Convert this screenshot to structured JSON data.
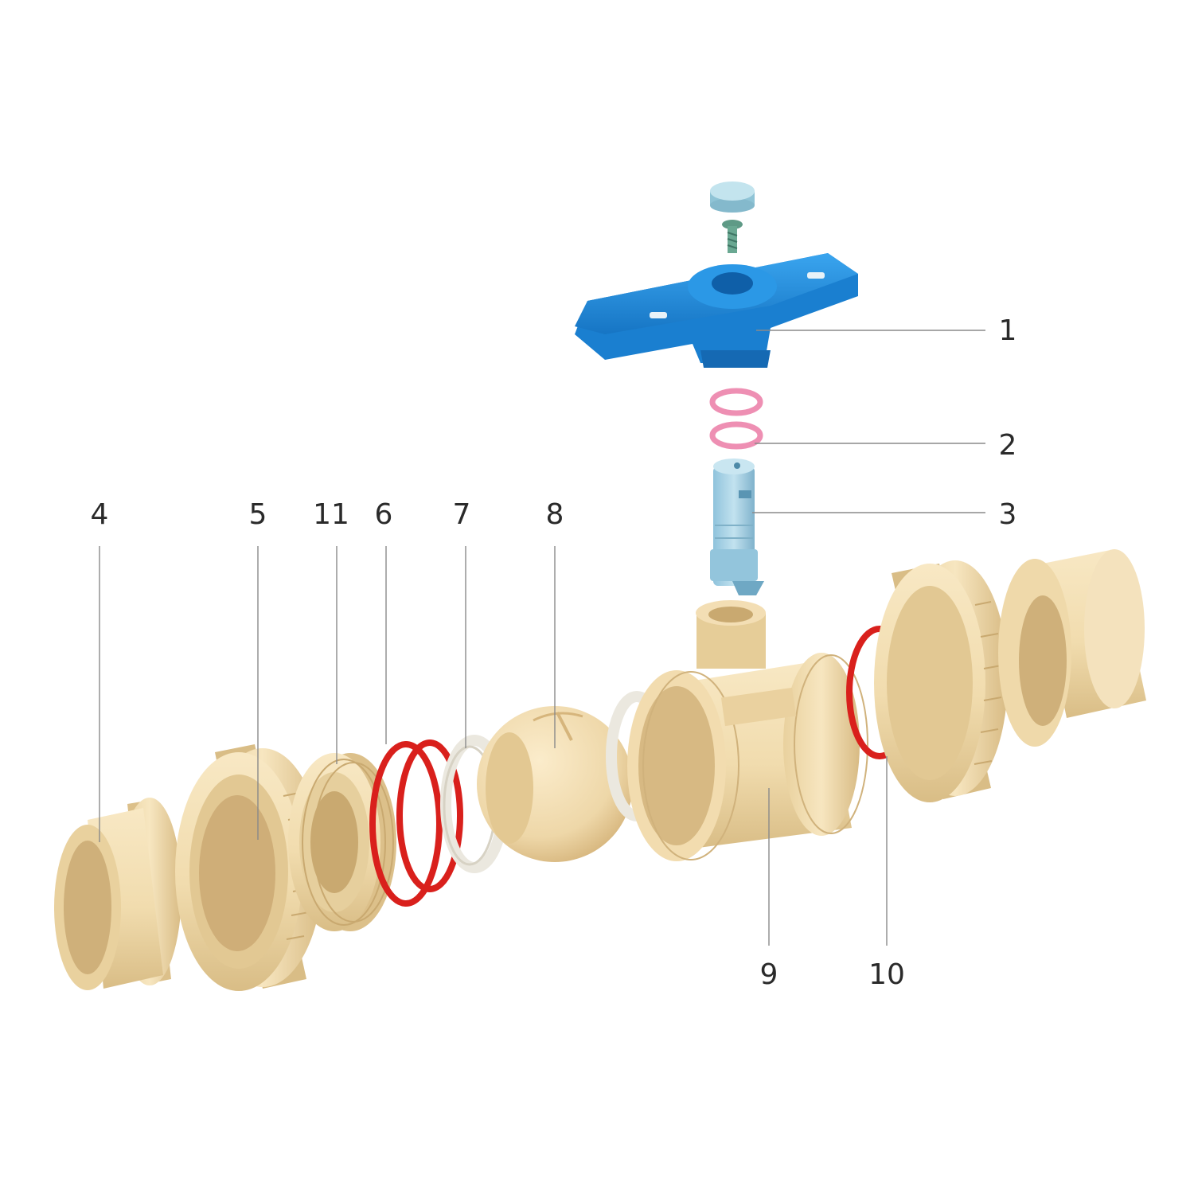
{
  "labels": {
    "l1": "1",
    "l2": "2",
    "l3": "3",
    "l4": "4",
    "l5": "5",
    "l6": "6",
    "l7": "7",
    "l8": "8",
    "l9": "9",
    "l10": "10",
    "l11": "11"
  },
  "colors": {
    "cream": "#f3deb4",
    "cream_dark": "#dcc08a",
    "cream_shadow": "#c9a970",
    "blue_handle": "#1e8fe0",
    "blue_light": "#a9d3e6",
    "pink_ring": "#ee8fb3",
    "red_ring": "#d9201c",
    "white_seat": "#ebe8df"
  }
}
